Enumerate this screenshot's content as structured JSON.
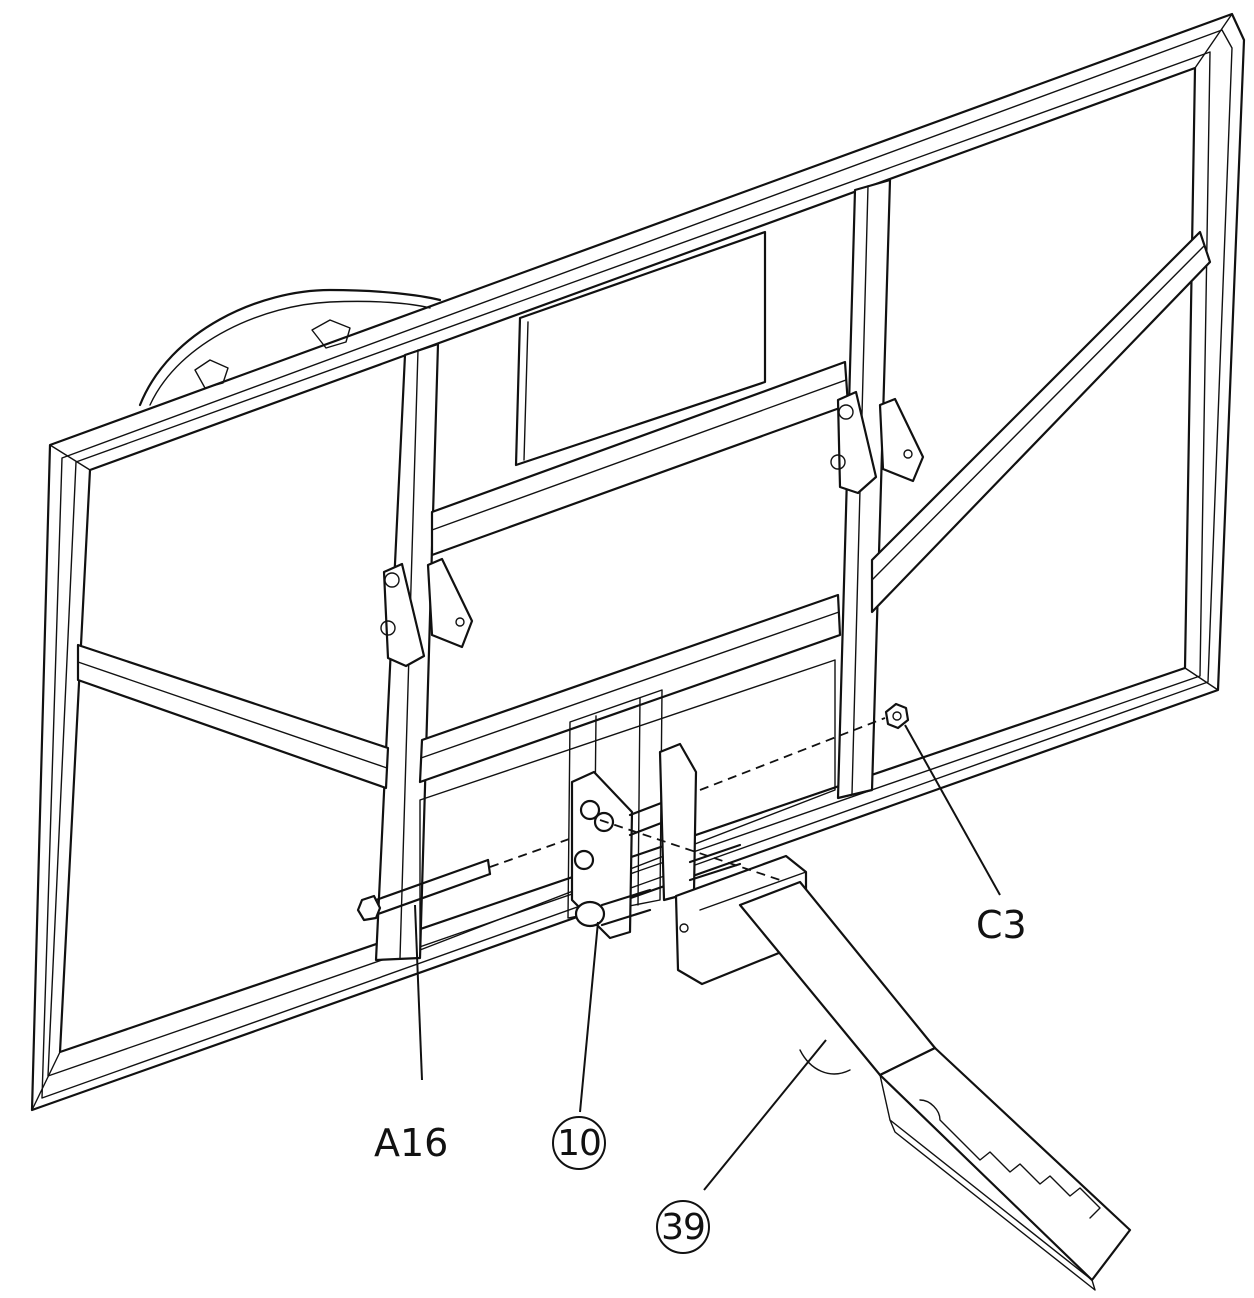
{
  "callouts": {
    "a16": "A16",
    "c3": "C3",
    "p10": "10",
    "p39": "39"
  },
  "colors": {
    "line": "#111111",
    "background": "#ffffff"
  }
}
